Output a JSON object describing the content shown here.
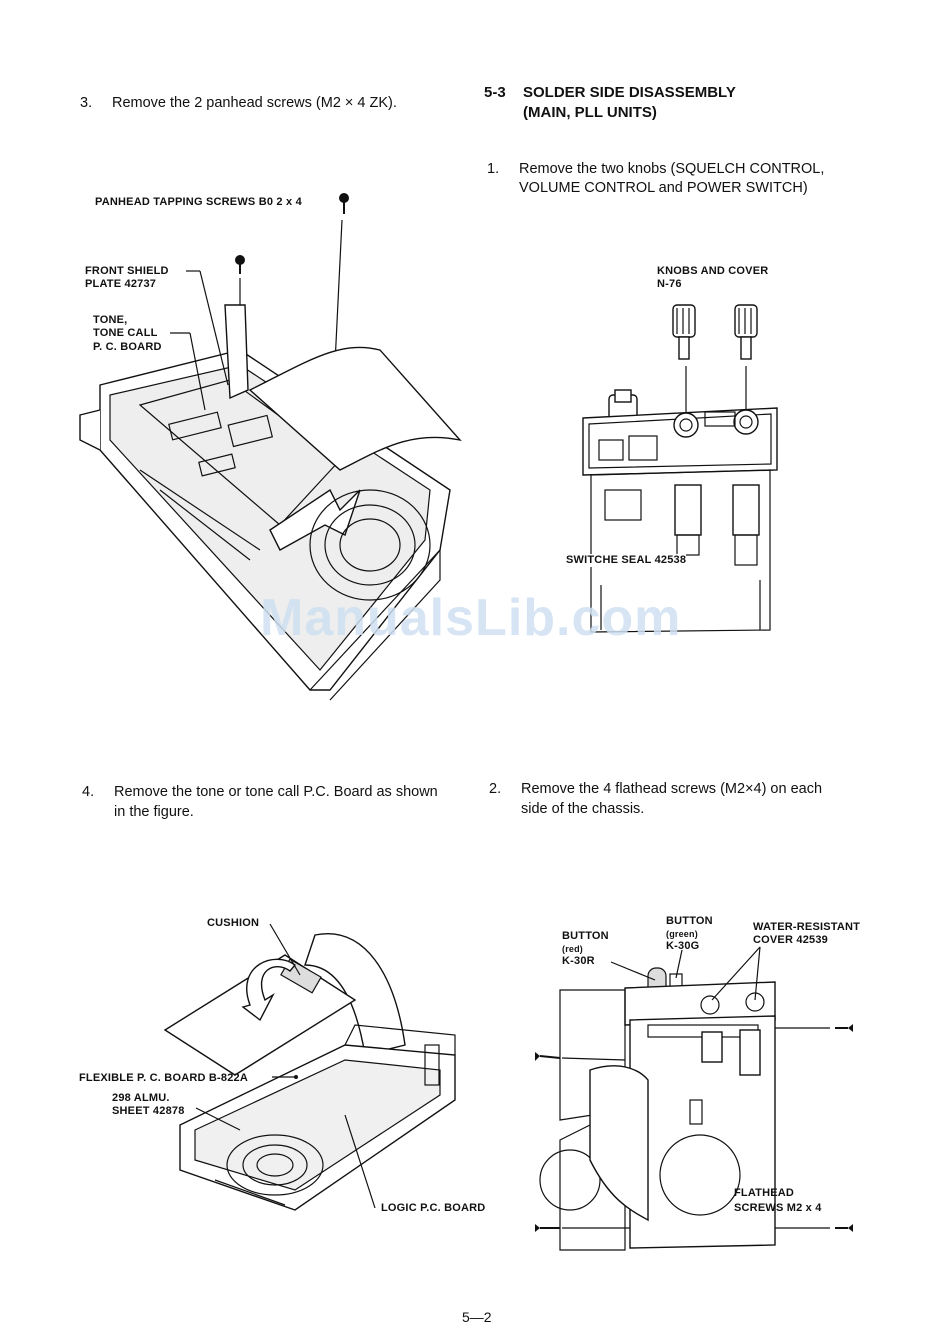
{
  "left_column": {
    "step3": {
      "num": "3.",
      "text": "Remove the 2 panhead screws (M2 × 4 ZK)."
    },
    "fig1_labels": {
      "panhead": "PANHEAD TAPPING SCREWS B0 2 x 4",
      "front_shield_1": "FRONT SHIELD",
      "front_shield_2": "PLATE 42737",
      "tone_1": "TONE,",
      "tone_2": "TONE CALL",
      "tone_3": "P. C. BOARD"
    },
    "step4": {
      "num": "4.",
      "line1": "Remove the tone or tone call P.C. Board as shown",
      "line2": "in the figure."
    },
    "fig2_labels": {
      "cushion": "CUSHION",
      "flexible": "FLEXIBLE P. C. BOARD B-822A",
      "almu_1": "298 ALMU.",
      "almu_2": "SHEET 42878",
      "logic": "LOGIC P.C. BOARD"
    }
  },
  "right_column": {
    "section": {
      "num": "5-3",
      "title_1": "SOLDER SIDE DISASSEMBLY",
      "title_2": "(MAIN, PLL UNITS)"
    },
    "step1": {
      "num": "1.",
      "line1": "Remove the two knobs (SQUELCH CONTROL,",
      "line2": "VOLUME CONTROL and POWER SWITCH)"
    },
    "fig3_labels": {
      "knobs_1": "KNOBS AND COVER",
      "knobs_2": "N-76",
      "switch_seal": "SWITCHE SEAL 42538"
    },
    "step2": {
      "num": "2.",
      "line1": "Remove the 4 flathead screws (M2×4) on each",
      "line2": "side of the chassis."
    },
    "fig4_labels": {
      "button_red_1": "BUTTON",
      "button_red_2": "(red)",
      "button_red_3": "K-30R",
      "button_green_1": "BUTTON",
      "button_green_2": "(green)",
      "button_green_3": "K-30G",
      "water_1": "WATER-RESISTANT",
      "water_2": "COVER 42539",
      "flathead_1": "FLATHEAD",
      "flathead_2": "SCREWS M2 x 4"
    }
  },
  "watermark": "ManualsLib.com",
  "page_number": "5—2"
}
